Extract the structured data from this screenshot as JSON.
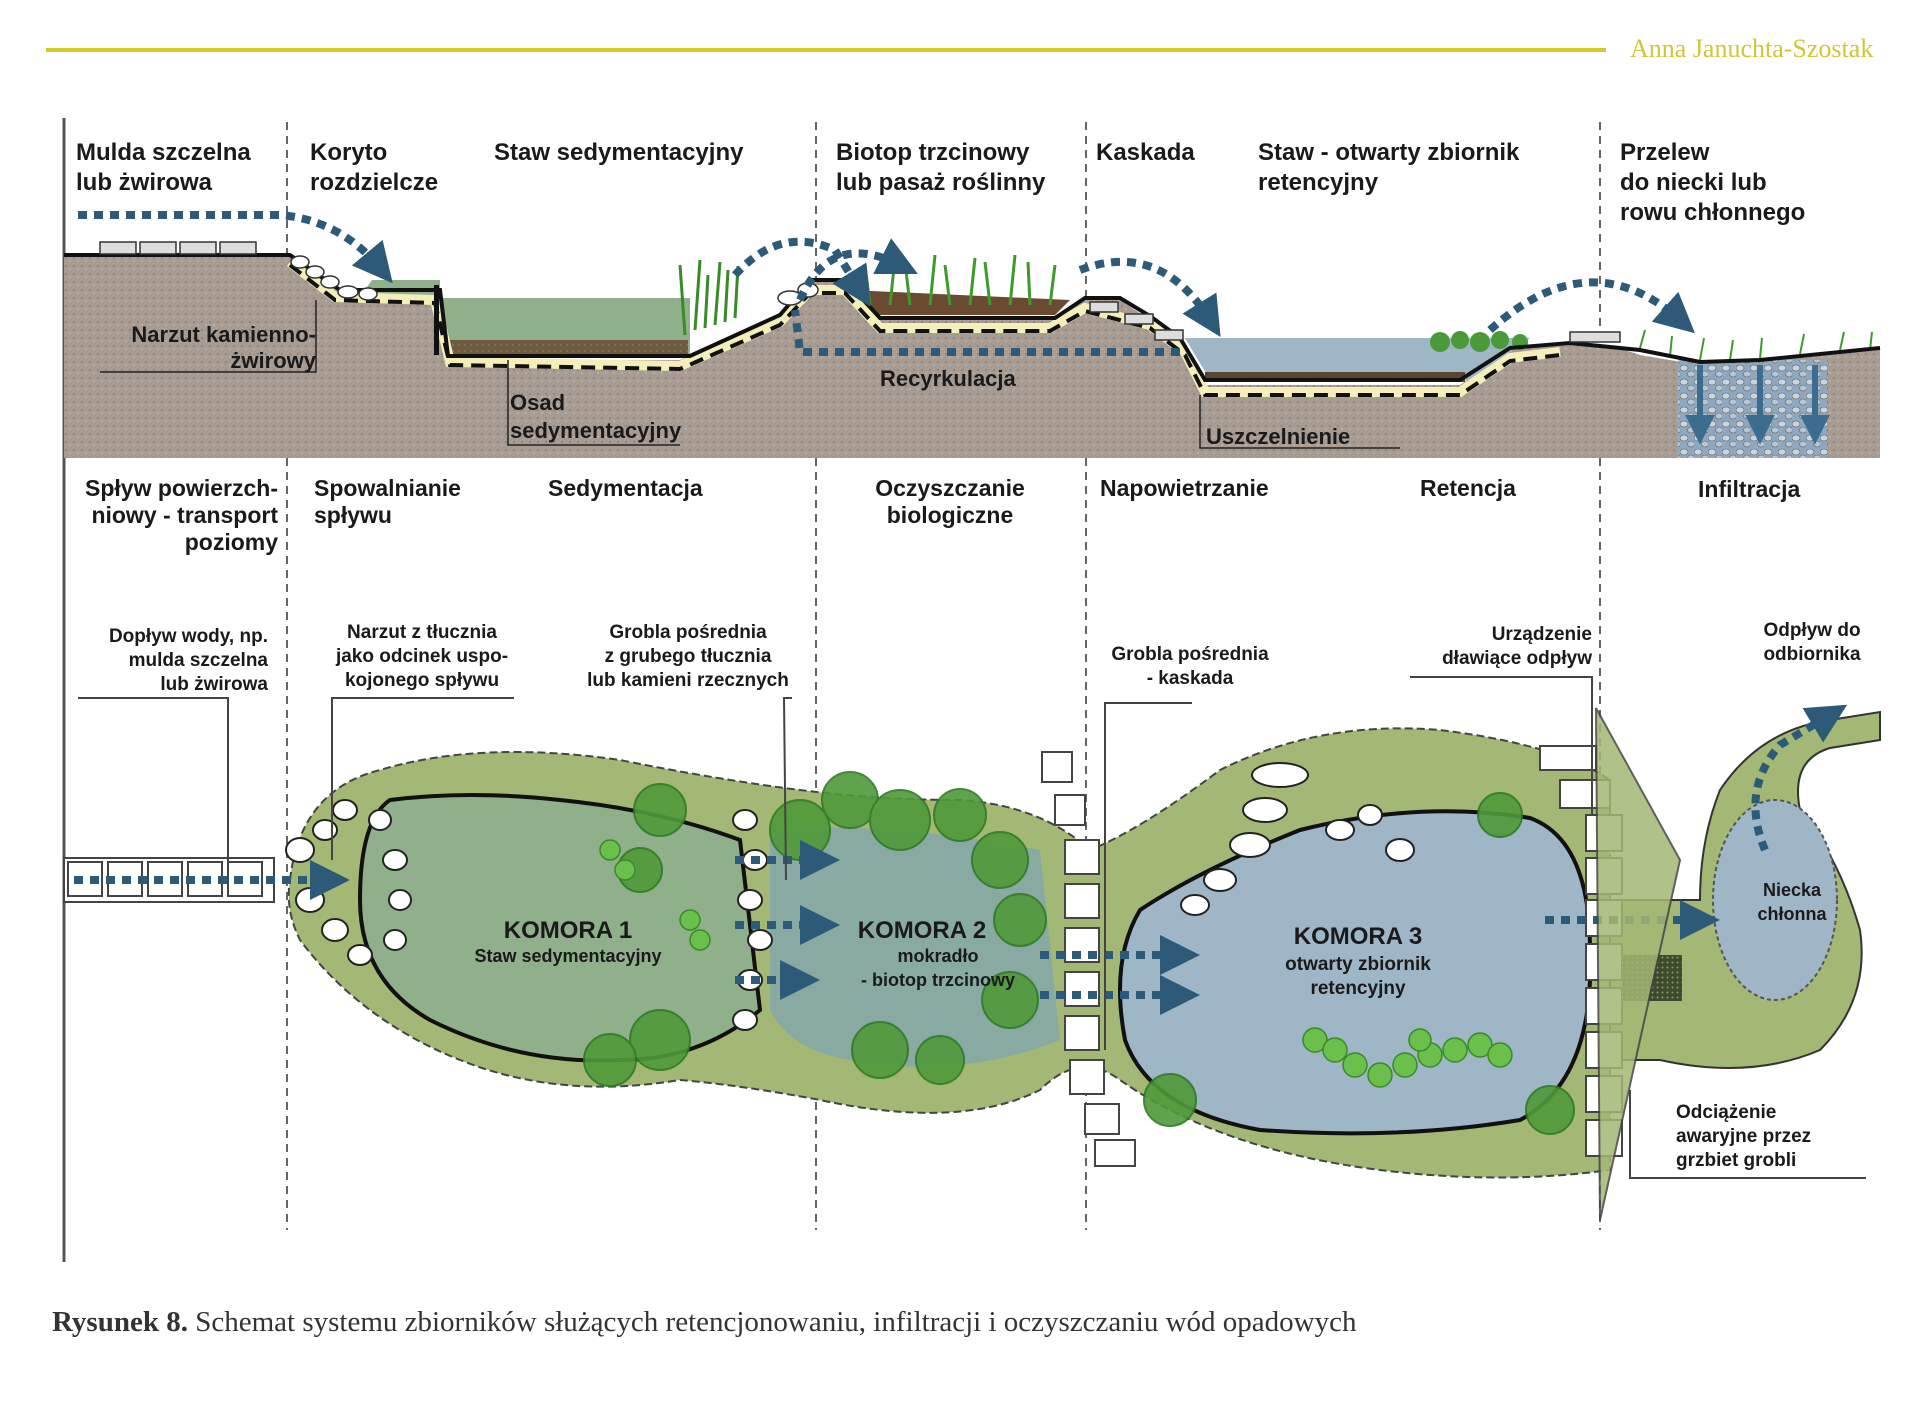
{
  "header": {
    "author": "Anna Januchta-Szostak",
    "accent_color": "#d4cc24"
  },
  "colors": {
    "soil": "#a89c92",
    "water_green": "#8fb08a",
    "water_blue": "#9fb6c6",
    "bank_green": "#a3b874",
    "plant_green": "#4f9a3a",
    "arrow_blue": "#2d5a78",
    "liner_cream": "#f4efb8"
  },
  "section_top_labels": [
    {
      "lines": [
        "Mulda szczelna",
        "lub żwirowa"
      ]
    },
    {
      "lines": [
        "Koryto",
        "rozdzielcze"
      ]
    },
    {
      "lines": [
        "Staw sedymentacyjny"
      ]
    },
    {
      "lines": [
        "Biotop trzcinowy",
        "lub pasaż roślinny"
      ]
    },
    {
      "lines": [
        "Kaskada"
      ]
    },
    {
      "lines": [
        "Staw - otwarty zbiornik",
        "retencyjny"
      ]
    },
    {
      "lines": [
        "Przelew",
        "do niecki lub",
        "rowu chłonnego"
      ]
    }
  ],
  "cross_section_labels": {
    "narzut": [
      "Narzut kamienno-",
      "żwirowy"
    ],
    "osad": [
      "Osad",
      "sedymentacyjny"
    ],
    "recyrkulacja": "Recyrkulacja",
    "uszczelnienie": "Uszczelnienie"
  },
  "process_labels": [
    {
      "lines": [
        "Spływ powierzch-",
        "niowy - transport",
        "poziomy"
      ]
    },
    {
      "lines": [
        "Spowalnianie",
        "spływu"
      ]
    },
    {
      "lines": [
        "Sedymentacja"
      ]
    },
    {
      "lines": [
        "Oczyszczanie",
        "biologiczne"
      ]
    },
    {
      "lines": [
        "Napowietrzanie"
      ]
    },
    {
      "lines": [
        "Retencja"
      ]
    },
    {
      "lines": [
        "Infiltracja"
      ]
    }
  ],
  "plan_callouts": [
    {
      "lines": [
        "Dopływ wody, np.",
        "mulda szczelna",
        "lub żwirowa"
      ]
    },
    {
      "lines": [
        "Narzut z tłucznia",
        "jako odcinek uspo-",
        "kojonego spływu"
      ]
    },
    {
      "lines": [
        "Grobla pośrednia",
        "z grubego tłucznia",
        "lub kamieni rzecznych"
      ]
    },
    {
      "lines": [
        "Grobla pośrednia",
        "- kaskada"
      ]
    },
    {
      "lines": [
        "Urządzenie",
        "dławiące odpływ"
      ]
    },
    {
      "lines": [
        "Odpływ do",
        "odbiornika"
      ]
    },
    {
      "lines": [
        "Odciążenie",
        "awaryjne przez",
        "grzbiet grobli"
      ]
    }
  ],
  "chambers": [
    {
      "title": "KOMORA 1",
      "lines": [
        "Staw sedymentacyjny"
      ]
    },
    {
      "title": "KOMORA 2",
      "lines": [
        "mokradło",
        "- biotop trzcinowy"
      ]
    },
    {
      "title": "KOMORA 3",
      "lines": [
        "otwarty zbiornik",
        "retencyjny"
      ]
    }
  ],
  "niecka": [
    "Niecka",
    "chłonna"
  ],
  "caption": {
    "label": "Rysunek 8.",
    "text": "Schemat systemu zbiorników służących retencjonowaniu, infiltracji i oczyszczaniu wód opadowych"
  }
}
